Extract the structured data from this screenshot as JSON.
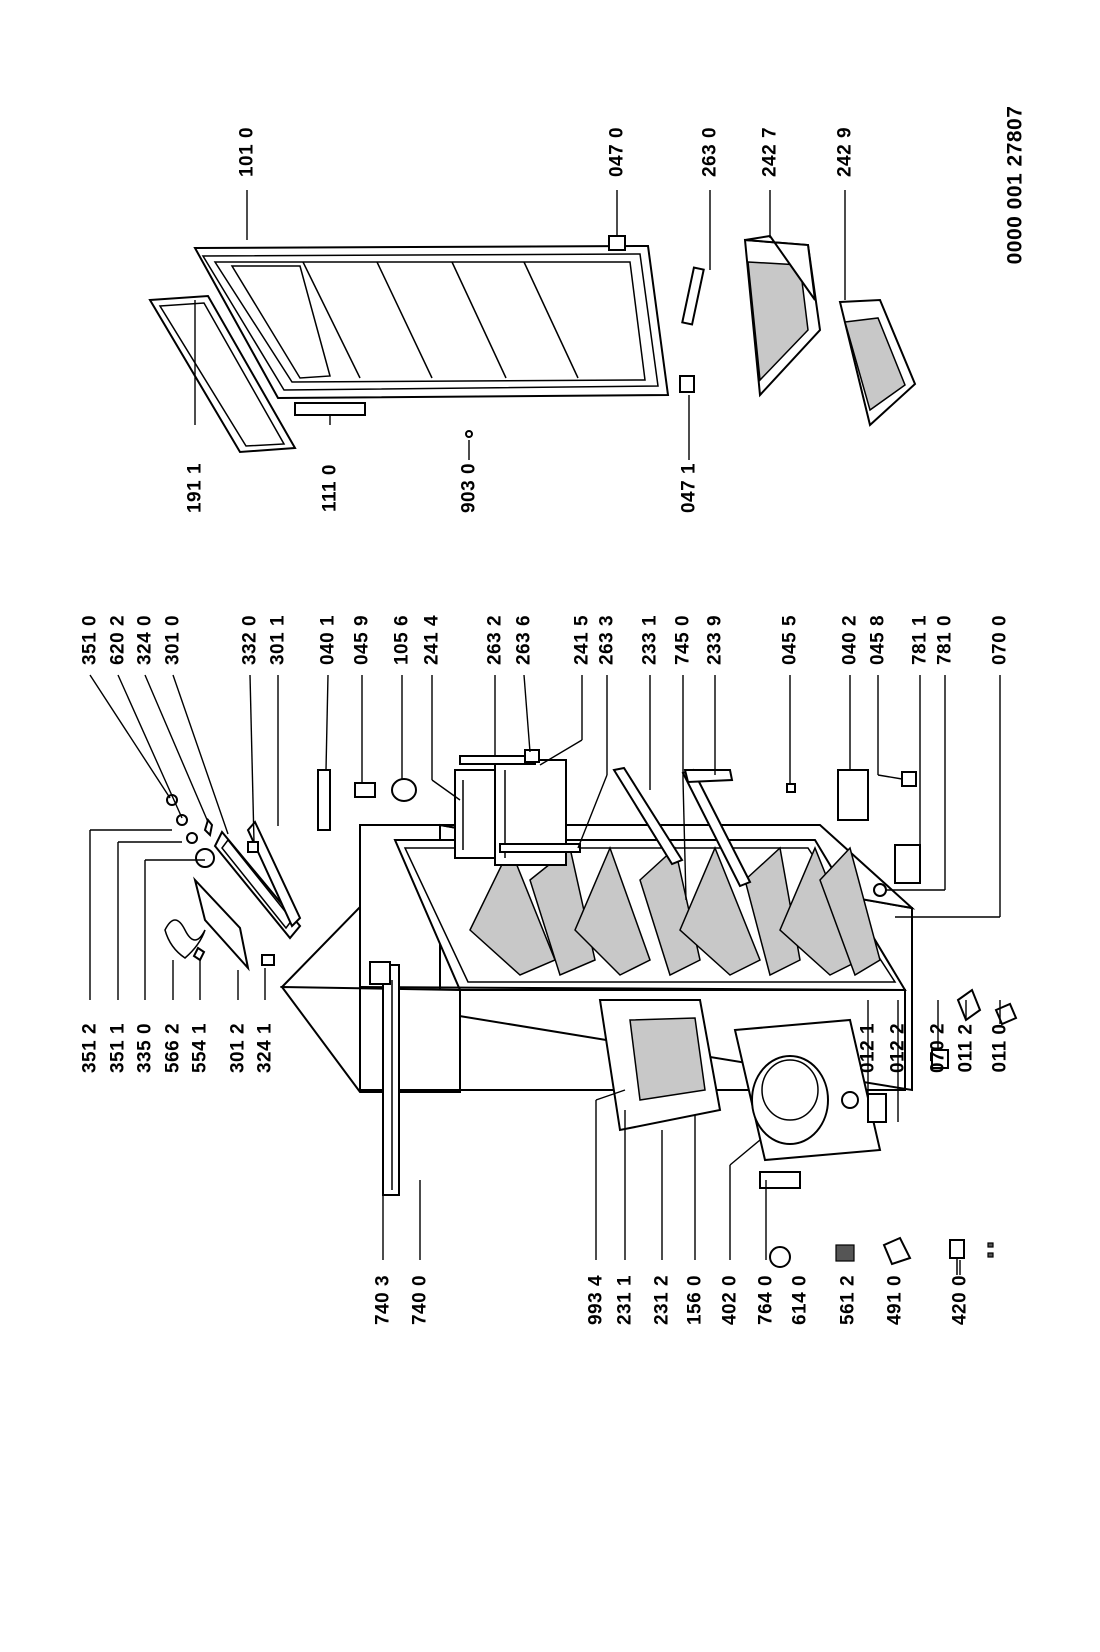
{
  "document_number": "0000 001 27807",
  "part_labels": {
    "p3512": "351 2",
    "p3511": "351 1",
    "p3350": "335 0",
    "p5662": "566 2",
    "p5541": "554 1",
    "p3012": "301 2",
    "p3241": "324 1",
    "p3510": "351 0",
    "p6202": "620 2",
    "p3240": "324 0",
    "p3010": "301 0",
    "p3320": "332 0",
    "p3011": "301 1",
    "p0401": "040 1",
    "p0459": "045 9",
    "p1056": "105 6",
    "p2414": "241 4",
    "p2632": "263 2",
    "p2636": "263 6",
    "p2415": "241 5",
    "p2633": "263 3",
    "p2331": "233 1",
    "p7450": "745 0",
    "p2339": "233 9",
    "p0455": "045 5",
    "p0402": "040 2",
    "p0458": "045 8",
    "p7811": "781 1",
    "p7810": "781 0",
    "p0700": "070 0",
    "p7403": "740 3",
    "p7400": "740 0",
    "p9934": "993 4",
    "p2311": "231 1",
    "p2312": "231 2",
    "p1560": "156 0",
    "p4020": "402 0",
    "p7640": "764 0",
    "p6140": "614 0",
    "p5612": "561 2",
    "p4910": "491 0",
    "p4200": "420 0",
    "p0121": "012 1",
    "p0122": "012 2",
    "p0702": "070 2",
    "p0112": "011 2",
    "p0110": "011 0",
    "p1911": "191 1",
    "p1110": "111 0",
    "p9030": "903 0",
    "p0471": "047 1",
    "p1010": "101 0",
    "p0470": "047 0",
    "p2630": "263 0",
    "p2427": "242 7",
    "p2429": "242 9"
  }
}
